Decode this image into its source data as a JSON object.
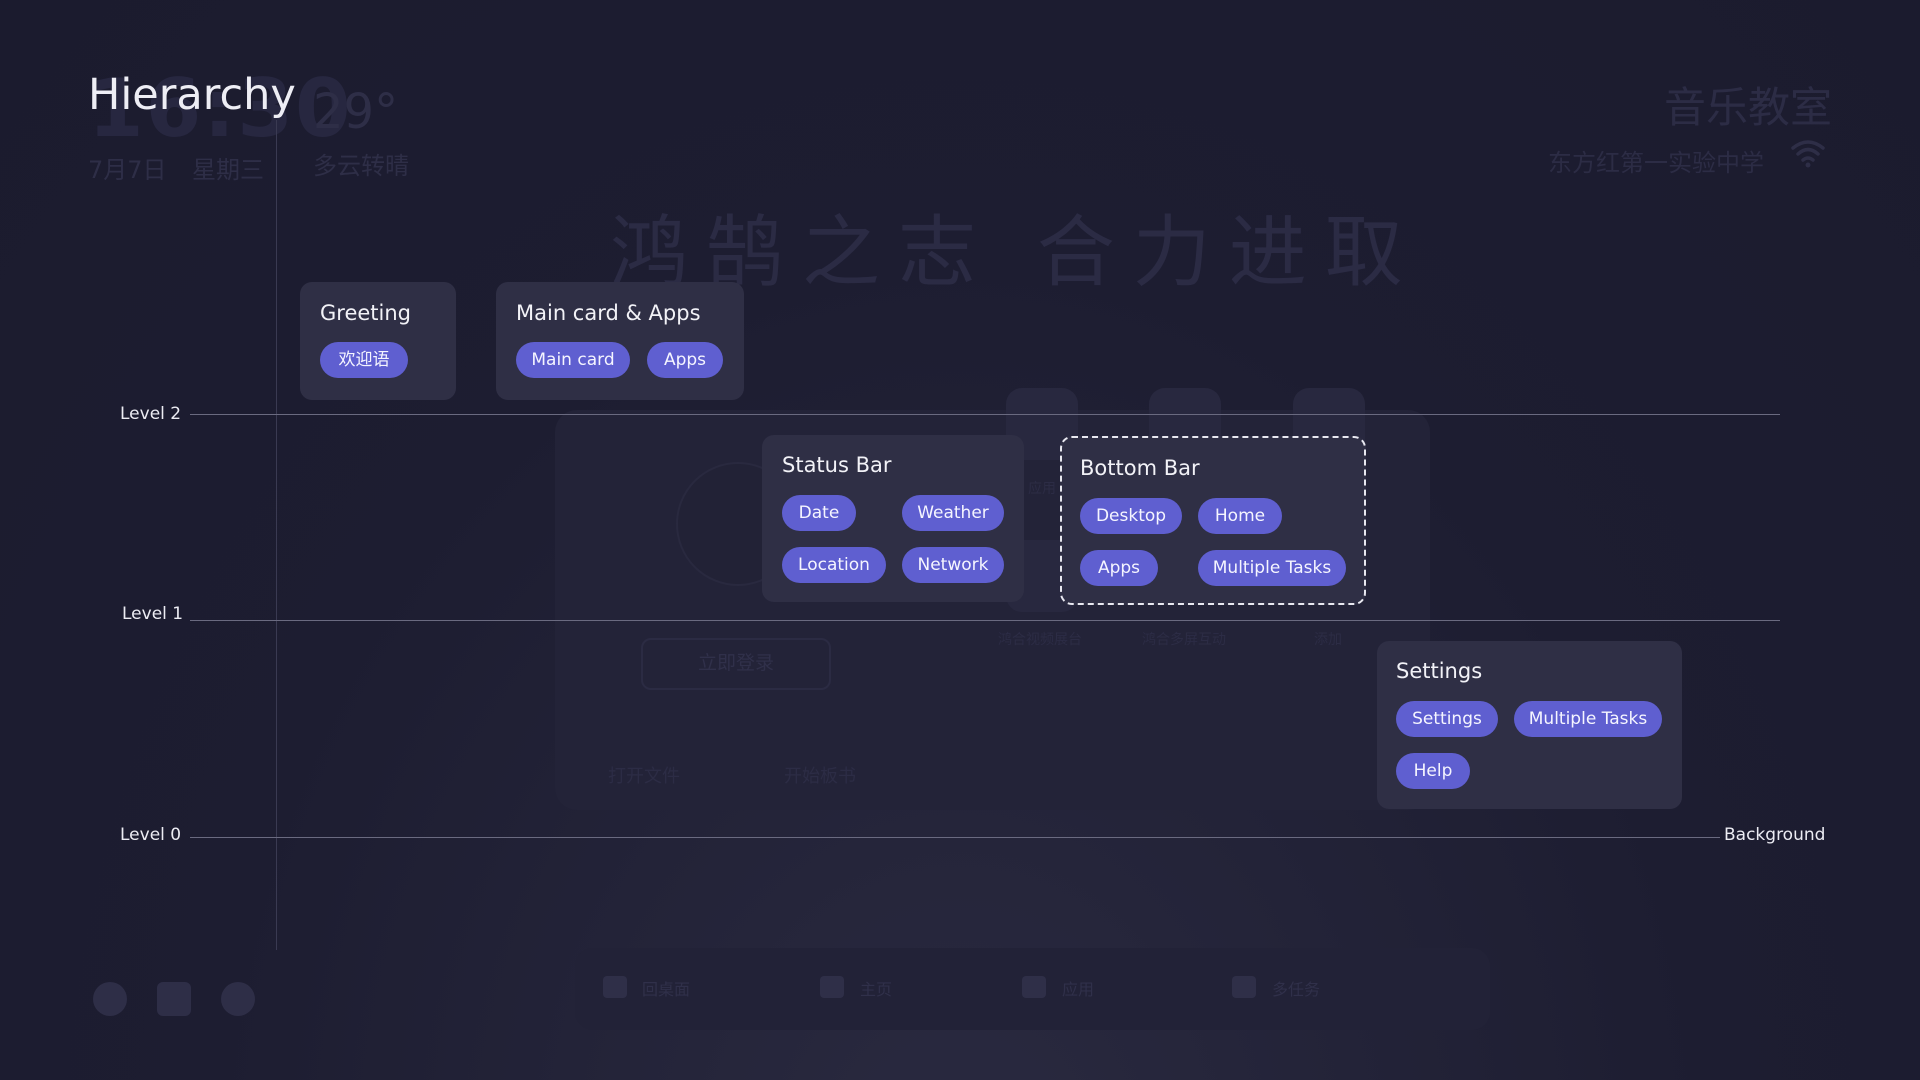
{
  "diagram": {
    "title": "Hierarchy",
    "levels": [
      {
        "label": "Level 2"
      },
      {
        "label": "Level 1"
      },
      {
        "label": "Level 0"
      }
    ],
    "background_label": "Background",
    "groups": {
      "greeting": {
        "title": "Greeting",
        "chips": [
          "欢迎语"
        ]
      },
      "main_card_apps": {
        "title": "Main card & Apps",
        "chips": [
          "Main card",
          "Apps"
        ]
      },
      "status_bar": {
        "title": "Status Bar",
        "chips": [
          "Date",
          "Weather",
          "Location",
          "Network"
        ]
      },
      "bottom_bar": {
        "title": "Bottom Bar",
        "chips": [
          "Desktop",
          "Home",
          "Apps",
          "Multiple Tasks"
        ]
      },
      "settings": {
        "title": "Settings",
        "chips": [
          "Settings",
          "Multiple Tasks",
          "Help"
        ]
      }
    }
  },
  "background_ui": {
    "clock": "16:30",
    "date": "7月7日",
    "weekday": "星期三",
    "temperature": "29°",
    "weather": "多云转晴",
    "room": "音乐教室",
    "school": "东方红第一实验中学",
    "slogan": "鸿鹄之志 合力进取",
    "login_button": "立即登录",
    "open_file": "打开文件",
    "start_board": "开始板书",
    "app_labels": [
      "应用",
      "鸿合视频展台",
      "鸿合多屏互动",
      "添加"
    ],
    "dock": [
      "回桌面",
      "主页",
      "应用",
      "多任务"
    ]
  },
  "colors": {
    "background": "#1d1d31",
    "group_card": "#2f2f45",
    "chip": "#5f5fd0",
    "line": "#6a6a80"
  },
  "icons": [
    "wifi-icon",
    "palette-icon",
    "layers-icon",
    "help-icon"
  ]
}
